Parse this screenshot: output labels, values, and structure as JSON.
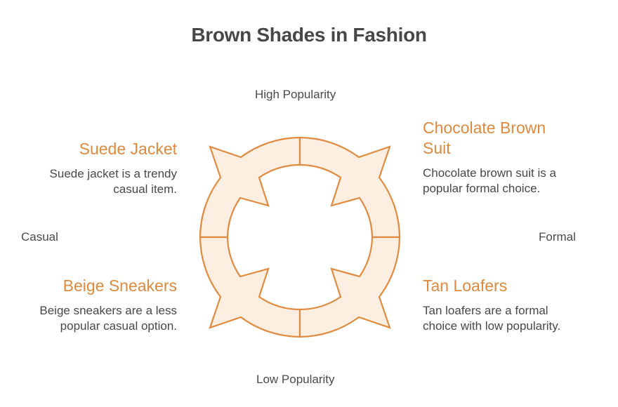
{
  "title": "Brown Shades in Fashion",
  "axes": {
    "top": "High Popularity",
    "bottom": "Low Popularity",
    "left": "Casual",
    "right": "Formal"
  },
  "quadrants": [
    {
      "position": "top-left",
      "title": "Suede Jacket",
      "description": "Suede jacket is a trendy casual item."
    },
    {
      "position": "top-right",
      "title": "Chocolate Brown Suit",
      "description": "Chocolate brown suit is a popular formal choice."
    },
    {
      "position": "bottom-left",
      "title": "Beige Sneakers",
      "description": "Beige sneakers are a less popular casual option."
    },
    {
      "position": "bottom-right",
      "title": "Tan Loafers",
      "description": "Tan loafers are a formal choice with low popularity."
    }
  ],
  "colors": {
    "accent": "#dd8a3e",
    "ring_fill": "#fdeee2",
    "ring_stroke": "#e08b3f",
    "text": "#484848"
  }
}
